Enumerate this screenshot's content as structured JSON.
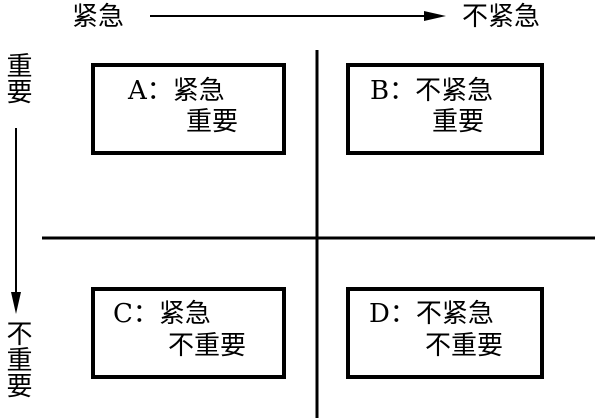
{
  "axes": {
    "top_left": "紧急",
    "top_right": "不紧急",
    "left_top": "重要",
    "left_bottom": "不重要"
  },
  "quadrants": [
    {
      "letter": "A：",
      "line1": "紧急",
      "line2": "重要"
    },
    {
      "letter": "B：",
      "line1": "不紧急",
      "line2": "重要"
    },
    {
      "letter": "C：",
      "line1": "紧急",
      "line2": "不重要"
    },
    {
      "letter": "D：",
      "line1": "不紧急",
      "line2": "不重要"
    }
  ],
  "colors": {
    "stroke": "#000000",
    "background": "#ffffff"
  }
}
